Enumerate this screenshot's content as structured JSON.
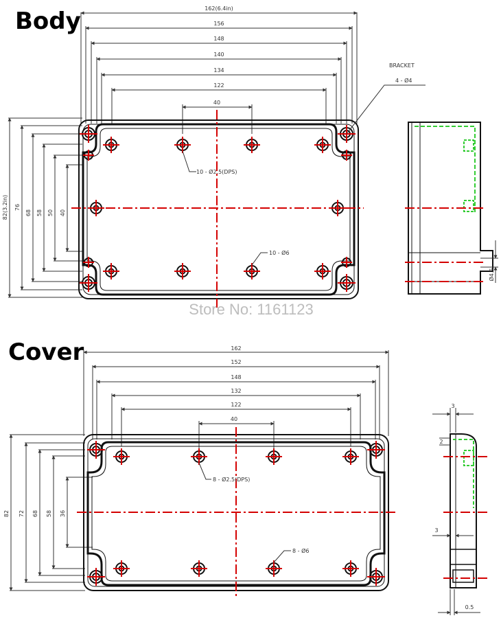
{
  "colors": {
    "outline": "#111111",
    "dimension": "#333333",
    "centerline": "#d40000",
    "seal": "#33cc33",
    "watermark": "#bdbdbd"
  },
  "body": {
    "title": "Body",
    "top_dims": [
      "162(6.4in)",
      "156",
      "148",
      "140",
      "134",
      "122",
      "40"
    ],
    "left_dims": [
      "82(3.2in)",
      "76",
      "68",
      "58",
      "50",
      "40"
    ],
    "callouts": {
      "small_holes": "10 - Ø2.5(DPS)",
      "large_holes": "10 - Ø6",
      "bracket": "BRACKET",
      "bracket_holes": "4 - Ø4"
    },
    "side_dim": "Ø4.5"
  },
  "watermark": "Store No: 1161123",
  "cover": {
    "title": "Cover",
    "top_dims": [
      "162",
      "152",
      "148",
      "132",
      "122",
      "40"
    ],
    "left_dims": [
      "82",
      "72",
      "68",
      "58",
      "36"
    ],
    "callouts": {
      "small_holes": "8 - Ø2.5(DPS)",
      "large_holes": "8 - Ø6"
    },
    "side_dims": [
      "3",
      "2",
      "3",
      "0.5"
    ]
  }
}
